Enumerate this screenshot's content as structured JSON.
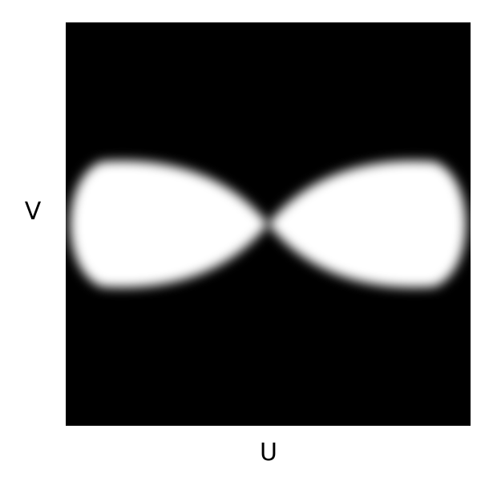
{
  "chart_data": {
    "type": "heatmap",
    "title": "",
    "xlabel": "U",
    "ylabel": "V",
    "xlim": [
      -1,
      1
    ],
    "ylim": [
      -1,
      1
    ],
    "grid": false,
    "colormap": [
      "#000000",
      "#ffffff"
    ],
    "shape": "lemniscate",
    "lobes": [
      {
        "center_u": -0.58,
        "center_v": 0.0,
        "half_width_u": 0.44,
        "half_height_v": 0.32,
        "intensity": 1.0
      },
      {
        "center_u": 0.58,
        "center_v": 0.0,
        "half_width_u": 0.44,
        "half_height_v": 0.32,
        "intensity": 1.0
      }
    ],
    "crossing_point": {
      "u": 0.0,
      "v": 0.0
    }
  }
}
